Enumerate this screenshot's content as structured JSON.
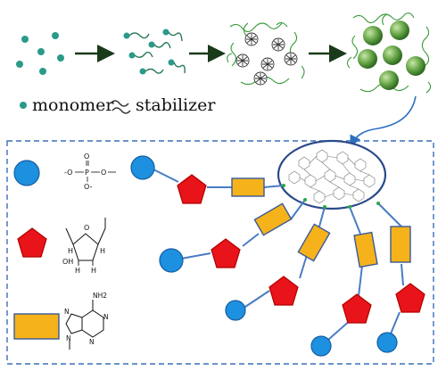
{
  "legend": {
    "monomer_label": "monomer",
    "stabilizer_label": "stabilizer"
  },
  "chem": {
    "phosphate": {
      "o_left": "-O",
      "p": "P",
      "o_right": "O",
      "o_top": "O",
      "o_bottom": "O-"
    },
    "sugar": {
      "o": "O",
      "h1": "H",
      "h2": "H",
      "h3": "H",
      "h4": "H",
      "oh": "OH"
    },
    "adenine": {
      "nh2": "NH2",
      "n1": "N",
      "n2": "N",
      "n3": "N",
      "n4": "N"
    }
  },
  "colors": {
    "monomer": "#2a9a8a",
    "phosphate": "#1e90e0",
    "sugar": "#e8141a",
    "base": "#f5b21a",
    "link": "#4a7cc4",
    "stabilizer": "#3a9a3a",
    "particle": "#5a9a3a",
    "box_border": "#3a6fb8"
  }
}
